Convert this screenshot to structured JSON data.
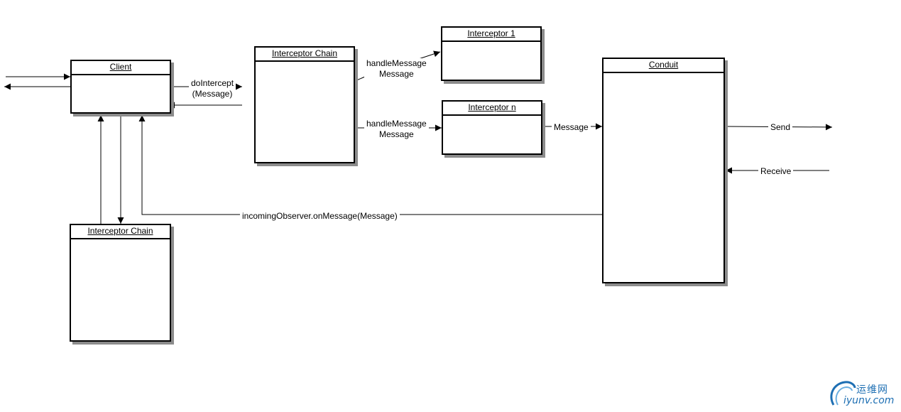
{
  "boxes": {
    "client": "Client",
    "chain_top": "Interceptor Chain",
    "interceptor_1": "Interceptor 1",
    "interceptor_n": "Interceptor n",
    "conduit": "Conduit",
    "chain_bottom": "Interceptor Chain"
  },
  "labels": {
    "do_intercept_1": "doIntercept",
    "do_intercept_2": "(Message)",
    "handle_1a": "handleMessage",
    "handle_1b": "Message",
    "handle_na": "handleMessage",
    "handle_nb": "Message",
    "message": "Message",
    "send": "Send",
    "receive": "Receive",
    "incoming": "incomingObserver.onMessage(Message)"
  },
  "watermark": {
    "top": "运维网",
    "bottom": "iyunv.com",
    "color": "#1e6fb3"
  }
}
